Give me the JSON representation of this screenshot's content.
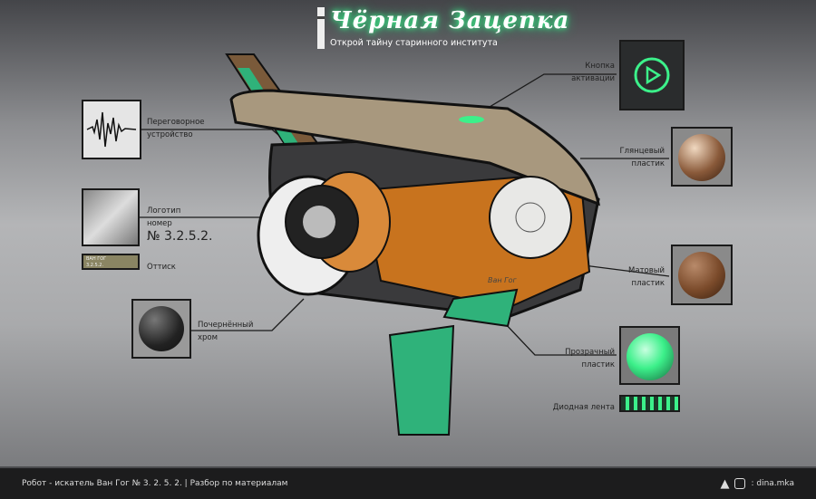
{
  "header": {
    "title": "Чёрная Зацепка",
    "subtitle": "Открой тайну  старинного института"
  },
  "callouts": {
    "speaker": [
      "Переговорное",
      "устройство"
    ],
    "logo": [
      "Логотип",
      "номер"
    ],
    "logo_number": "№ 3.2.5.2.",
    "stamp": "Оттиск",
    "stamp_text": [
      "ВАН ГОГ",
      "3.2.5.2."
    ],
    "chrome": [
      "Почернённый",
      "хром"
    ],
    "button": [
      "Кнопка",
      "активации"
    ],
    "glossy": [
      "Глянцевый",
      "пластик"
    ],
    "matte": [
      "Матовый",
      "пластик"
    ],
    "transparent": [
      "Прозрачный",
      "пластик"
    ],
    "led": "Диодная лента"
  },
  "robot": {
    "engraving": "Ван Гог"
  },
  "footer": {
    "caption": "Робот - искатель Ван Гог № 3. 2. 5. 2. | Разбор по материалам",
    "handle": ": dina.mka"
  },
  "colors": {
    "accent": "#3cf08a",
    "footer": "#1c1c1d"
  }
}
